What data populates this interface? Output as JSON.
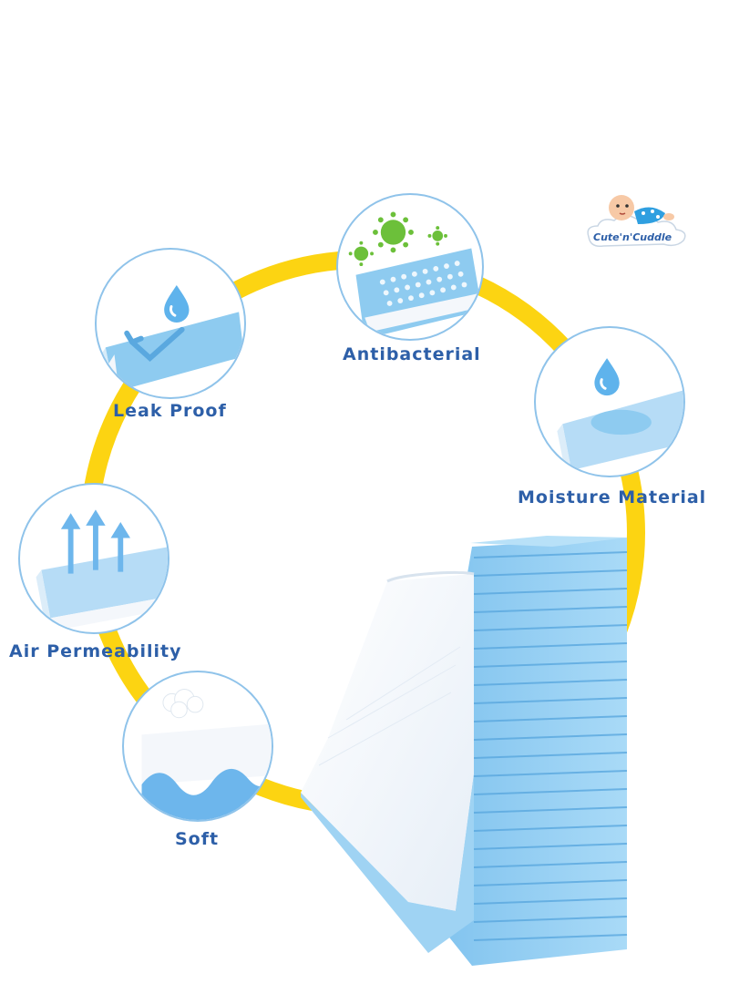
{
  "features": {
    "leak_proof": "Leak Proof",
    "antibacterial": "Antibacterial",
    "moisture_material": "Moisture Material",
    "air_permeability": "Air Permeability",
    "soft": "Soft"
  },
  "brand": {
    "logo_text": "Cute'n'Cuddle"
  },
  "colors": {
    "label_blue": "#2d5fa8",
    "ring_yellow": "#fcd412",
    "pad_blue": "#8ecbf0",
    "pad_white": "#f4f7fb",
    "germ_green": "#6cc03a"
  },
  "icons": [
    "water-drop-icon",
    "virus-icon",
    "upward-arrows-icon",
    "cotton-puff-icon",
    "baby-logo-icon"
  ]
}
